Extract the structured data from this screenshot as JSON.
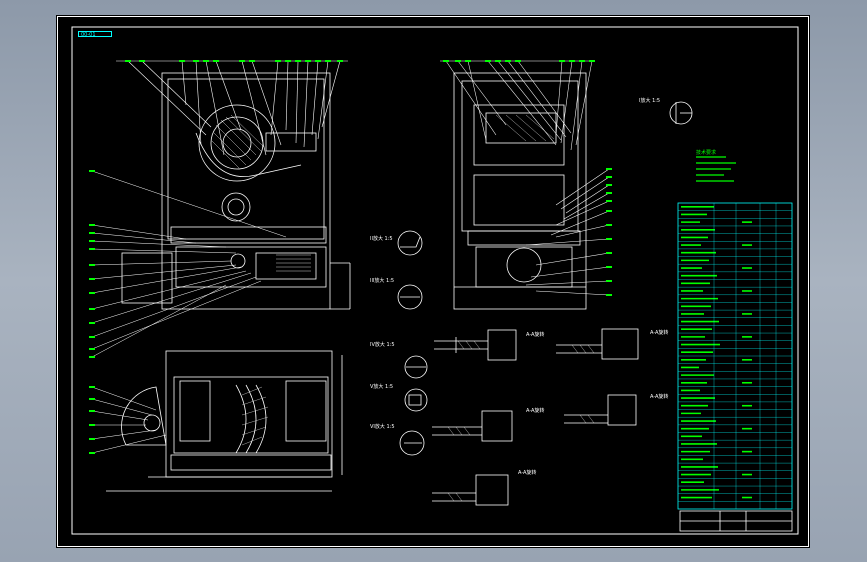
{
  "sheet": {
    "tag": "00-01",
    "views": [
      {
        "id": "I",
        "label": "I放大 1:5"
      },
      {
        "id": "II",
        "label": "II放大 1:5"
      },
      {
        "id": "III",
        "label": "III放大 1:5"
      },
      {
        "id": "IV",
        "label": "IV放大 1:5"
      },
      {
        "id": "V",
        "label": "V放大 1:5"
      },
      {
        "id": "VI",
        "label": "VI放大 1:5"
      }
    ],
    "section_labels": [
      "A-A旋转",
      "A-A旋转",
      "A-A旋转",
      "A-A旋转",
      "A-A旋转"
    ],
    "technical_requirements": "技术要求",
    "colors": {
      "background": "#000000",
      "frame": "#ffffff",
      "leaders": "#ffffff",
      "callouts": "#00ff00",
      "table": "#00ffff",
      "ui_backdrop": "#98a3b2"
    },
    "parts_table_rows": 40
  }
}
